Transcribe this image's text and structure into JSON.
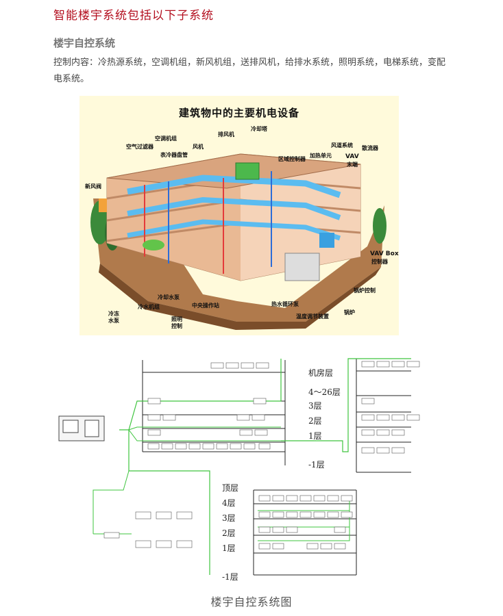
{
  "header": {
    "title": "智能楼宇系统包括以下子系统",
    "section_title": "楼宇自控系统",
    "description": "控制内容：冷热源系统，空调机组，新风机组，送排风机，给排水系统，照明系统，电梯系统，变配电系统。"
  },
  "illustration": {
    "title": "建筑物中的主要机电设备",
    "labels": {
      "kongtiao_jizu": "空调机组",
      "paifengji": "排风机",
      "lengqueta": "冷却塔",
      "kongqi_guolvqi": "空气过滤器",
      "fengji": "风机",
      "biaolengqi_panguan": "表冷器盘管",
      "xinfengkou": "新风阀",
      "quyu_kongzhiqi": "区域控制器",
      "jiare_danyuan": "加热单元",
      "fengdao_xitong": "风道系统",
      "sanliuqi": "散流器",
      "vav": "VAV",
      "moduan": "末端",
      "vav_box": "VAV Box",
      "kongzhiqi": "控制器",
      "guolu_kongzhi": "锅炉控制",
      "guolu": "锅炉",
      "lengque_shuibeng": "冷却水泵",
      "lengshui_jizu": "冷水机组",
      "lengdong_shuibeng": "冷冻水泵",
      "zhaoming_kongzhi": "照明控制",
      "zhongyang_caozuozhan": "中央操作站",
      "reshui_xunhuanbeng": "热水循环泵",
      "wendu_tiaojie": "温度调节装置"
    }
  },
  "schematic": {
    "floors_right": [
      "机房层",
      "4～26层",
      "3层",
      "2层",
      "1层",
      "-1层"
    ],
    "floors_lower": [
      "顶层",
      "4层",
      "3层",
      "2层",
      "1层",
      "-1层"
    ]
  },
  "caption": "楼宇自控系统图",
  "colors": {
    "title": "#b30f1f",
    "illustration_bg": "#fffadb",
    "bus_line": "#3ec43e"
  }
}
